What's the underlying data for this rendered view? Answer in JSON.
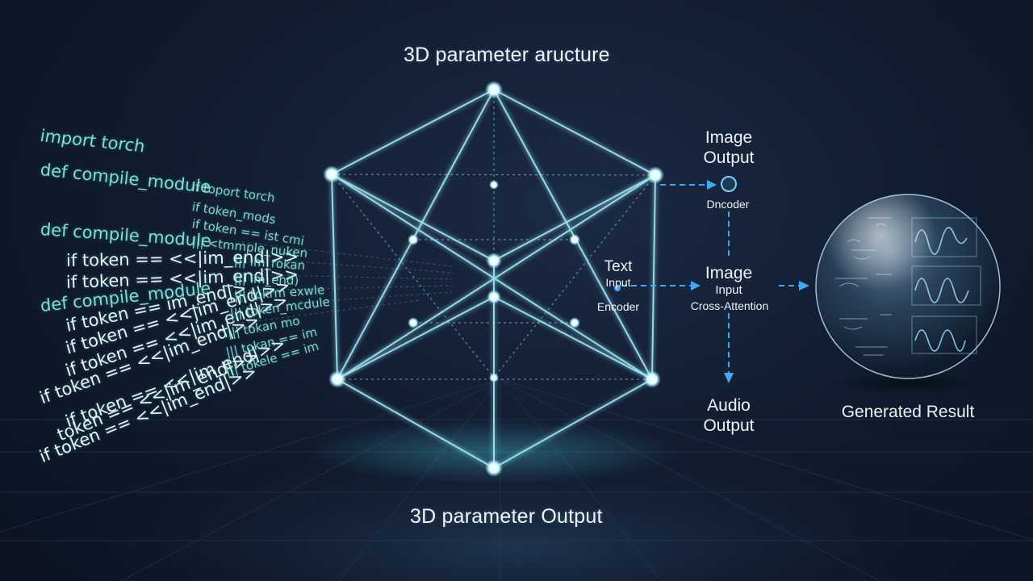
{
  "titles": {
    "top": "3D parameter aructure",
    "bottom": "3D parameter Output"
  },
  "code_main": [
    "import torch",
    "def compile_module",
    "def compile_module",
    "if token == <<|im_end|>>",
    "if token == <<|im_end|>>",
    "def compile_module",
    "if token == im_end|>",
    "if token == <<|im_end|>>",
    "if token == <<|im_end|>>",
    "if token == <<|im_end|>>",
    "if token == <<|im_end|>>",
    "token == <<|im_end|>>",
    "if token == <<|im_end|>>"
  ],
  "code_streams": [
    "if toport torch",
    "if token_mods",
    "if token == ist cmi",
    "|||  <tmmple_nuken",
    "|||  im_rokan",
    "|||  im_end)",
    "|||  tokrm exwle",
    "|||  token_mcdule",
    "|||  tokan mo",
    "|||  tokan == im",
    "|||  tokele == im"
  ],
  "nodes": {
    "image_output": "Image\nOutput",
    "encoder_top": "Dncoder",
    "text_input": "Text",
    "text_input_sub": "Input",
    "text_encoder": "Encoder",
    "image_input": "Image",
    "image_input_sub": "Input",
    "cross_attention": "Cross-Attention",
    "audio_output": "Audio\nOutput",
    "generated_result": "Generated Result"
  },
  "colors": {
    "accent": "#3fa9f5",
    "glow": "#7fe3ff",
    "code": "#79e0d3",
    "background": "#121d31"
  }
}
